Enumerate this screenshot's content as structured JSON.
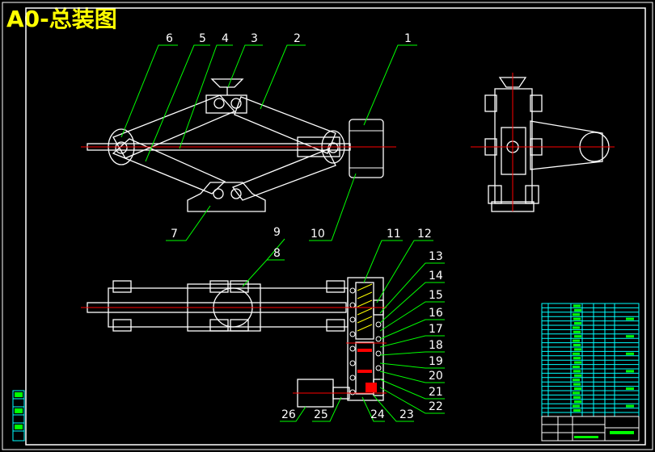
{
  "title": "A0-总装图",
  "colors": {
    "background": "#000000",
    "outline": "#ffffff",
    "leader": "#00ff00",
    "centerline": "#ff0000",
    "table": "#00ffff",
    "title_text": "#ffff00"
  },
  "callouts": [
    "1",
    "2",
    "3",
    "4",
    "5",
    "6",
    "7",
    "8",
    "9",
    "10",
    "11",
    "12",
    "13",
    "14",
    "15",
    "16",
    "17",
    "18",
    "19",
    "20",
    "21",
    "22",
    "23",
    "24",
    "25",
    "26"
  ]
}
